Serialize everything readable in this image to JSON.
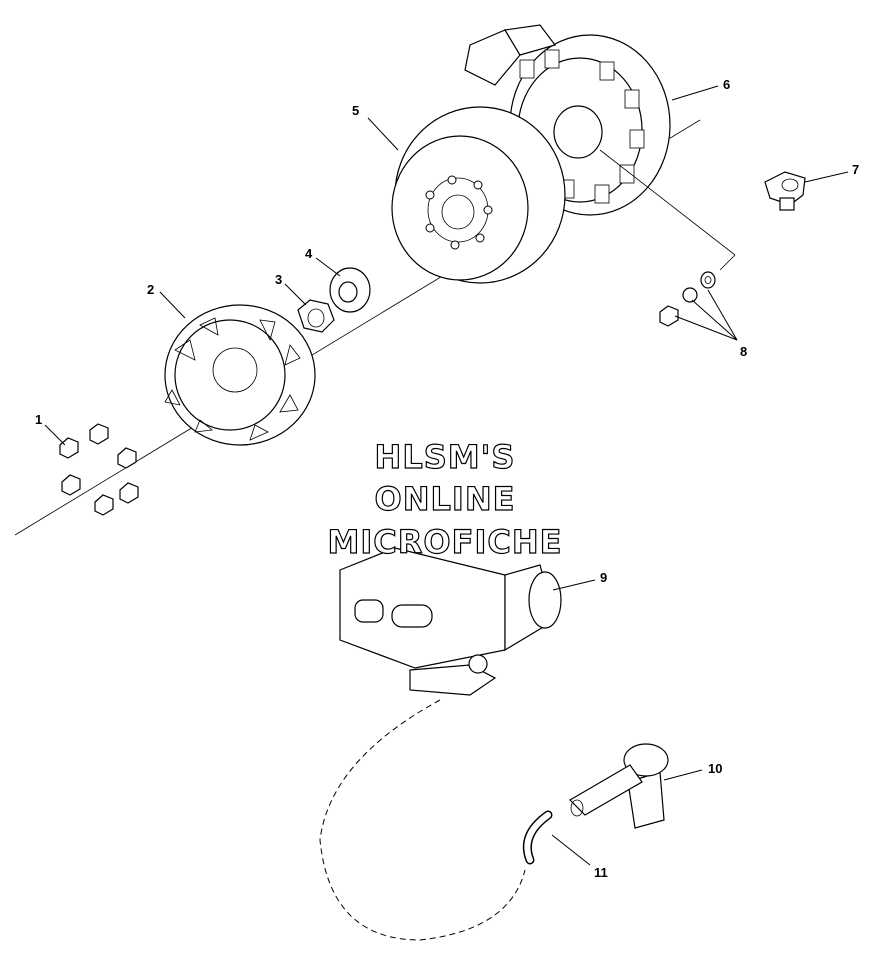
{
  "watermark": {
    "line1": "HLSM'S",
    "line2": "ONLINE",
    "line3": "MICROFICHE"
  },
  "callouts": [
    "1",
    "2",
    "3",
    "4",
    "5",
    "6",
    "7",
    "8",
    "9",
    "10",
    "11"
  ]
}
